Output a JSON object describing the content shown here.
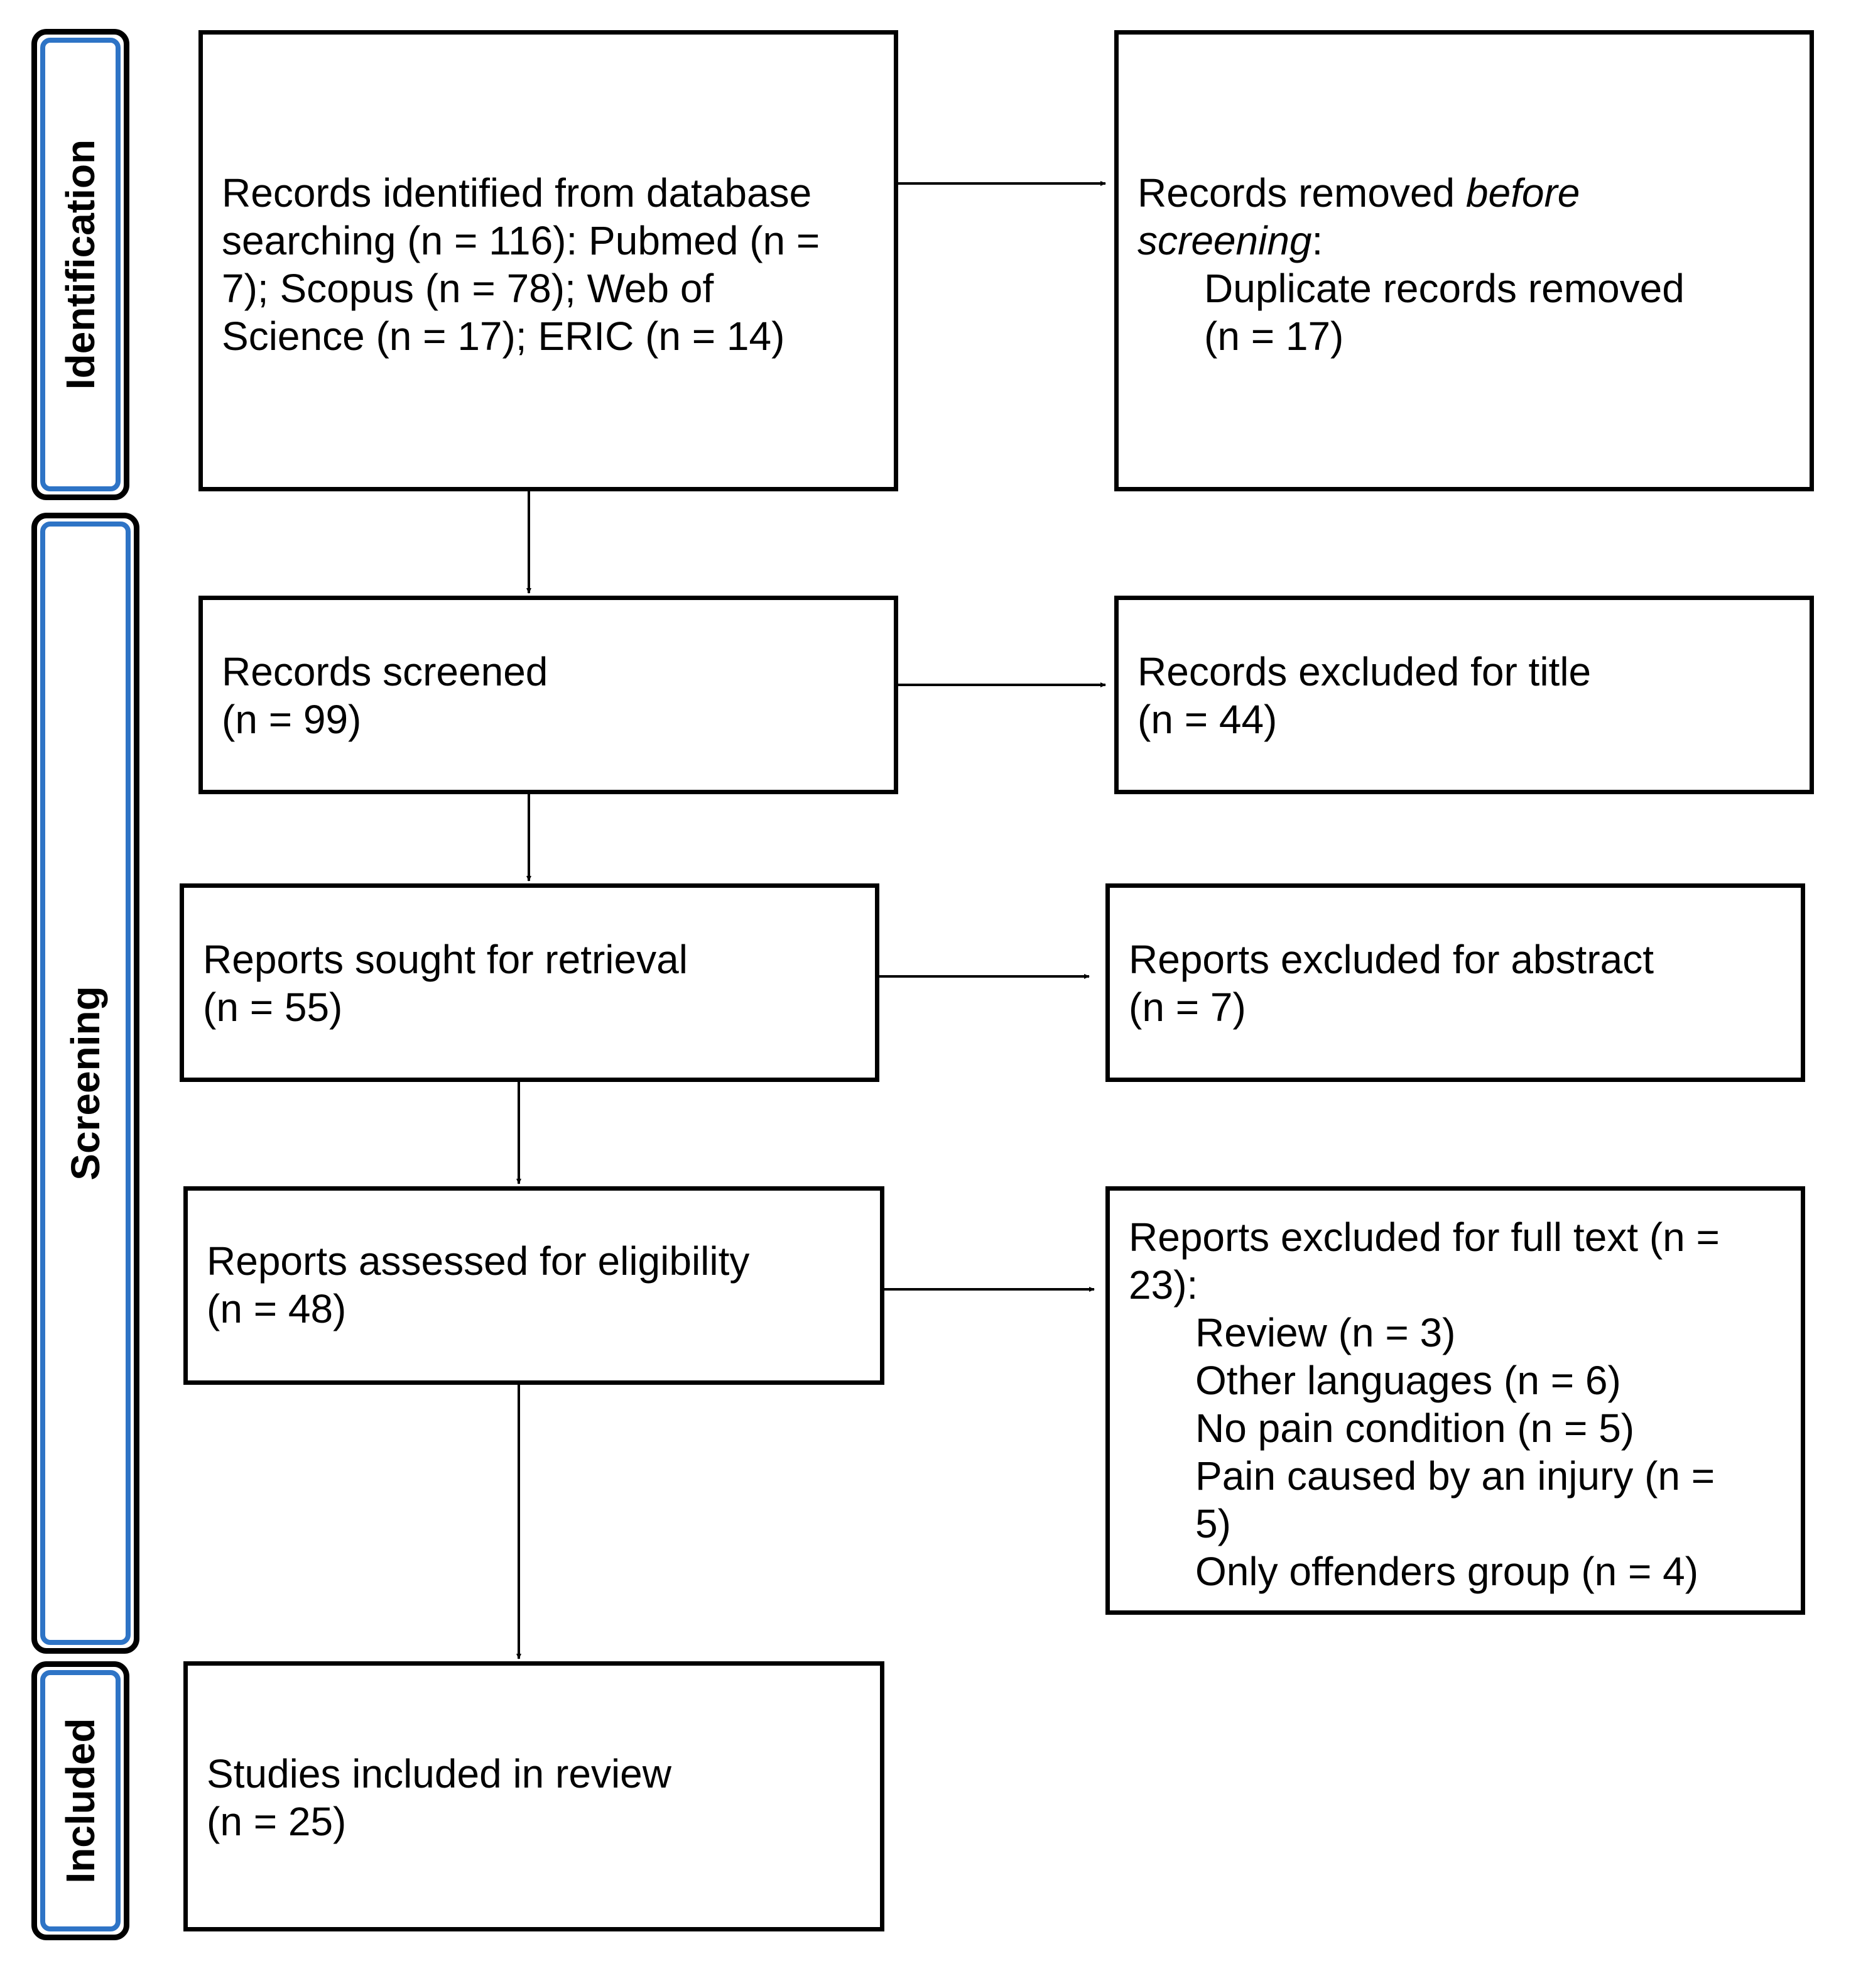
{
  "phases": {
    "identification": "Identification",
    "screening": "Screening",
    "included": "Included"
  },
  "boxes": {
    "records_identified": {
      "lines": [
        "Records identified from database",
        "searching (n = 116): Pubmed (n =",
        "7); Scopus (n = 78); Web of",
        "Science (n = 17); ERIC (n = 14)"
      ]
    },
    "records_removed": {
      "line1_a": "Records removed ",
      "line1_b": "before",
      "line2_a": "screening",
      "line2_b": ":",
      "item_lines": [
        "Duplicate records removed",
        "(n = 17)"
      ]
    },
    "records_screened": {
      "lines": [
        "Records screened",
        "(n = 99)"
      ]
    },
    "records_excluded_title": {
      "lines": [
        "Records excluded for title",
        "(n = 44)"
      ]
    },
    "reports_sought": {
      "lines": [
        "Reports sought for retrieval",
        "(n = 55)"
      ]
    },
    "reports_excluded_abstract": {
      "lines": [
        "Reports excluded for abstract",
        "(n = 7)"
      ]
    },
    "reports_assessed": {
      "lines": [
        "Reports assessed for eligibility",
        "(n = 48)"
      ]
    },
    "reports_excluded_fulltext": {
      "lines": [
        "Reports excluded for full text (n =",
        "23):"
      ],
      "items": [
        "Review (n = 3)",
        "Other languages (n = 6)",
        "No pain condition (n = 5)",
        "Pain caused by an injury (n =",
        "5)",
        "Only offenders group (n = 4)"
      ]
    },
    "studies_included": {
      "lines": [
        "Studies included in review",
        "(n = 25)"
      ]
    }
  }
}
